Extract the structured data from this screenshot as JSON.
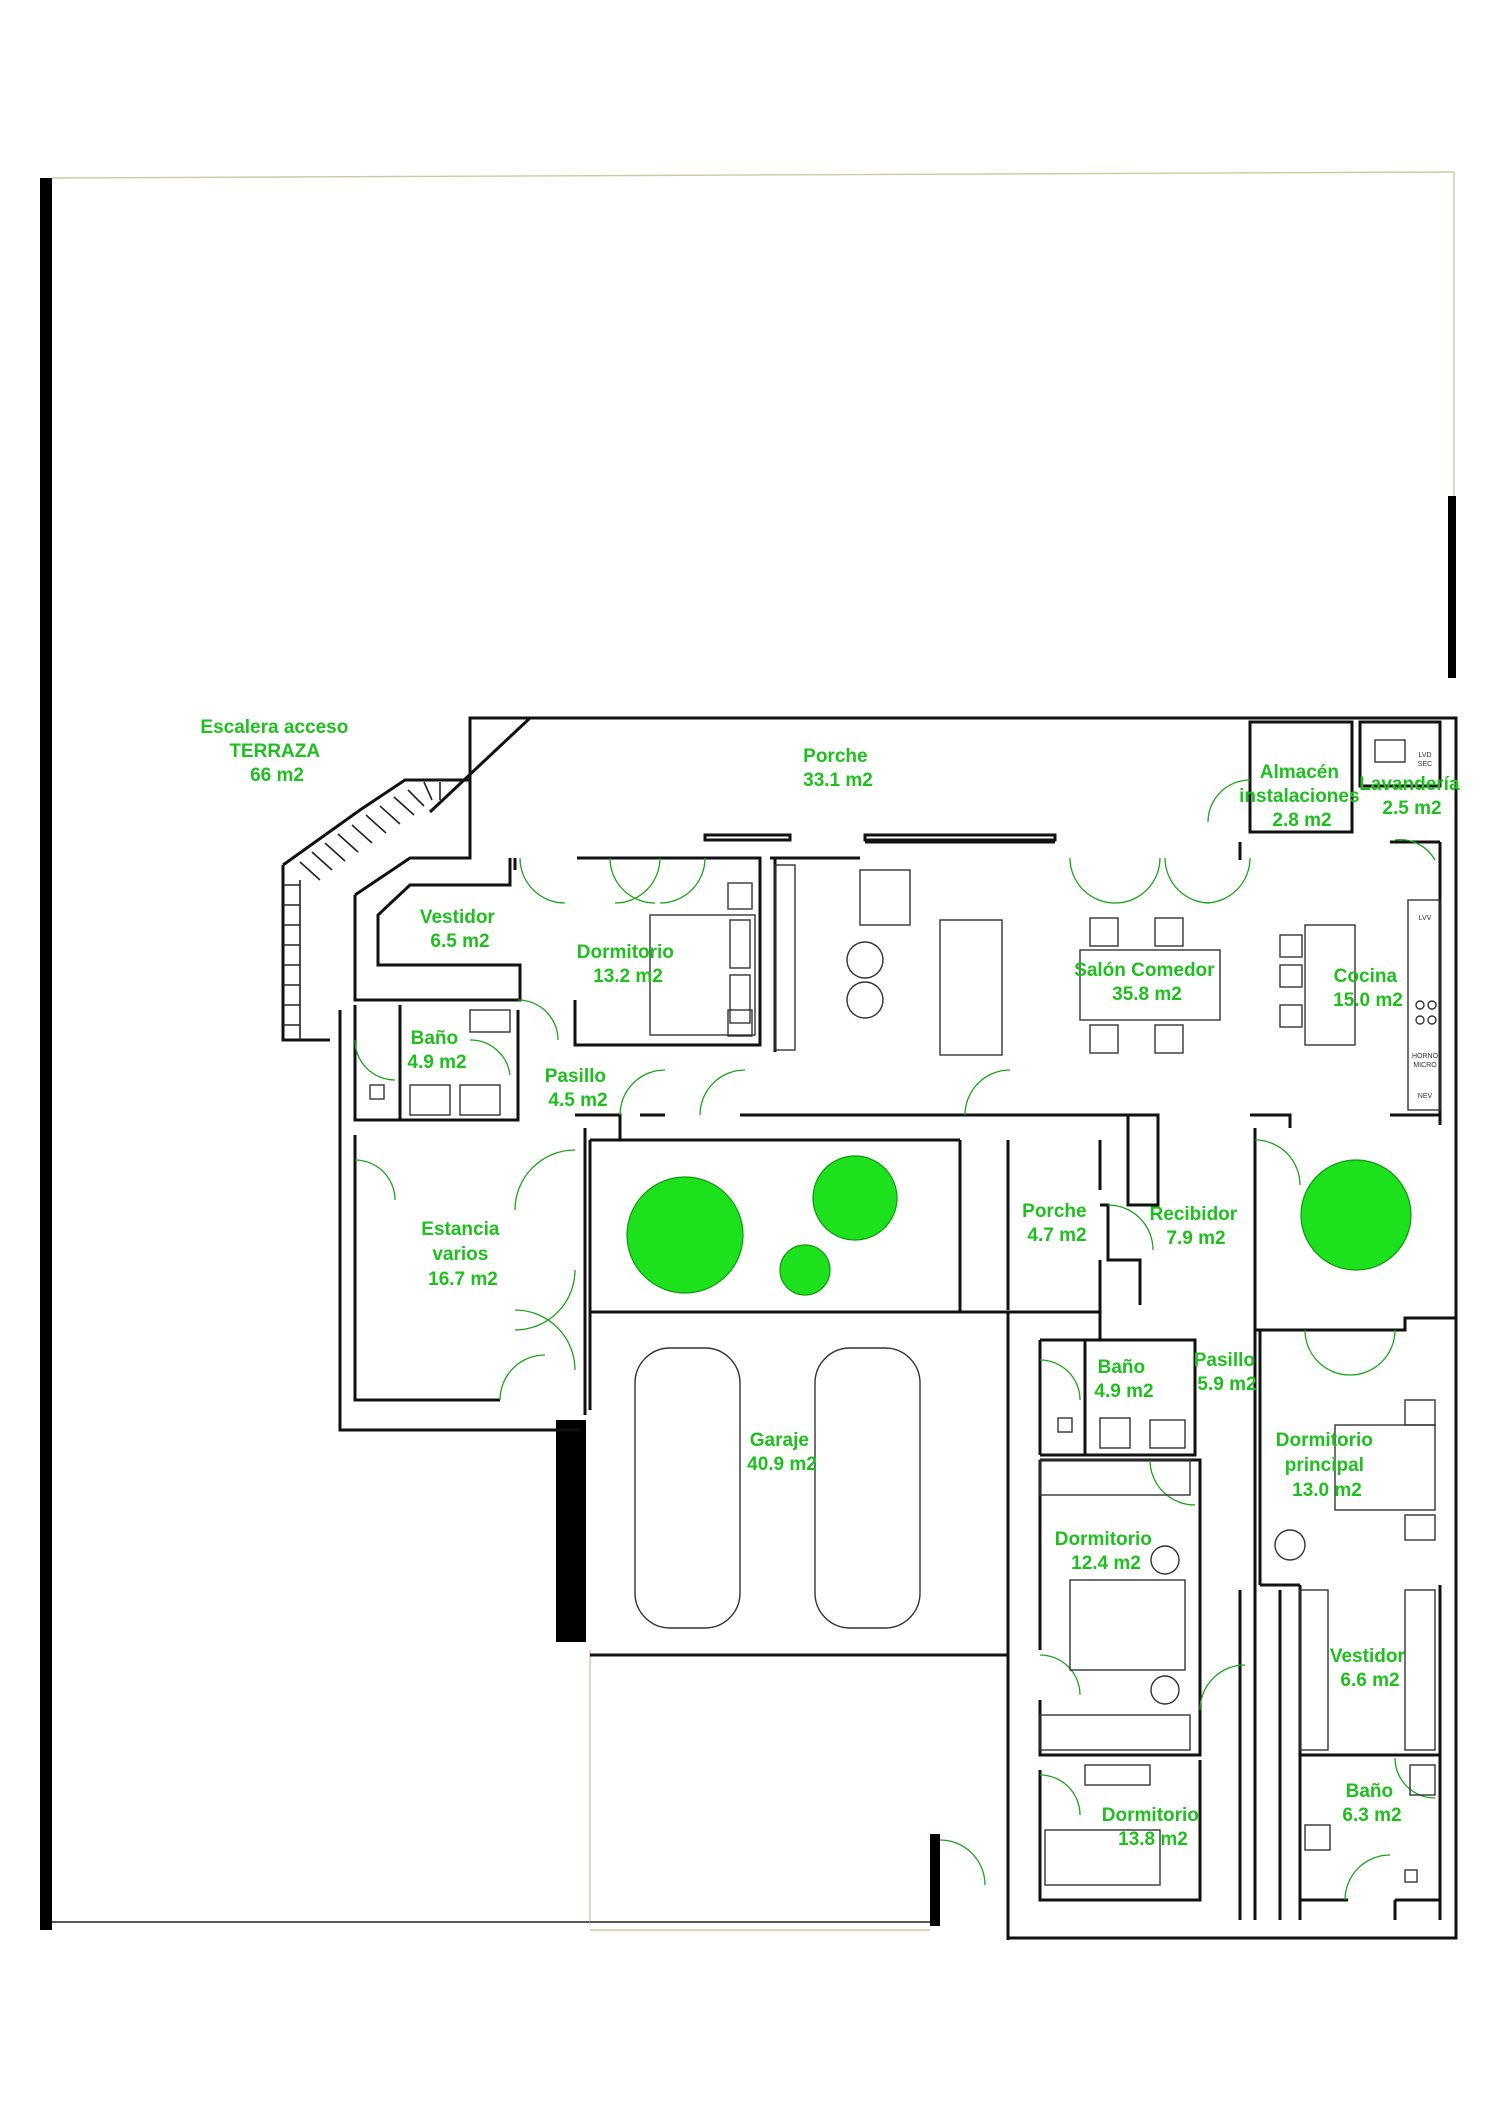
{
  "colors": {
    "label": "#1fbf1f",
    "wall": "#111111",
    "tree": "#1ee11e",
    "property_line": "#cfc9a2"
  },
  "rooms": [
    {
      "id": "escalera",
      "lines": [
        "Escalera acceso",
        "TERRAZA",
        "66 m2"
      ]
    },
    {
      "id": "porche-norte",
      "lines": [
        "Porche",
        "33.1 m2"
      ]
    },
    {
      "id": "almacen",
      "lines": [
        "Almacén",
        "instalaciones",
        "2.8 m2"
      ]
    },
    {
      "id": "lavanderia",
      "lines": [
        "Lavandería",
        "2.5 m2"
      ]
    },
    {
      "id": "vestidor-1",
      "lines": [
        "Vestidor",
        "6.5 m2"
      ]
    },
    {
      "id": "dormitorio-1",
      "lines": [
        "Dormitorio",
        "13.2 m2"
      ]
    },
    {
      "id": "salon",
      "lines": [
        "Salón Comedor",
        "35.8 m2"
      ]
    },
    {
      "id": "cocina",
      "lines": [
        "Cocina",
        "15.0 m2"
      ]
    },
    {
      "id": "bano-1",
      "lines": [
        "Baño",
        "4.9 m2"
      ]
    },
    {
      "id": "pasillo-1",
      "lines": [
        "Pasillo",
        "4.5 m2"
      ]
    },
    {
      "id": "estancia",
      "lines": [
        "Estancia",
        "varios",
        "16.7 m2"
      ]
    },
    {
      "id": "porche-sur",
      "lines": [
        "Porche",
        "4.7 m2"
      ]
    },
    {
      "id": "recibidor",
      "lines": [
        "Recibidor",
        "7.9 m2"
      ]
    },
    {
      "id": "bano-2",
      "lines": [
        "Baño",
        "4.9 m2"
      ]
    },
    {
      "id": "pasillo-2",
      "lines": [
        "Pasillo",
        "5.9 m2"
      ]
    },
    {
      "id": "garaje",
      "lines": [
        "Garaje",
        "40.9 m2"
      ]
    },
    {
      "id": "dormitorio-principal",
      "lines": [
        "Dormitorio",
        "principal",
        "13.0 m2"
      ]
    },
    {
      "id": "dormitorio-2",
      "lines": [
        "Dormitorio",
        "12.4 m2"
      ]
    },
    {
      "id": "vestidor-2",
      "lines": [
        "Vestidor",
        "6.6 m2"
      ]
    },
    {
      "id": "bano-3",
      "lines": [
        "Baño",
        "6.3 m2"
      ]
    },
    {
      "id": "dormitorio-3",
      "lines": [
        "Dormitorio",
        "13.8 m2"
      ]
    }
  ],
  "appliance_labels": {
    "lvd": "LVD",
    "sec": "SEC",
    "lvv": "LVV",
    "horno": "HORNO",
    "micro": "MICRO",
    "nev": "NEV"
  }
}
